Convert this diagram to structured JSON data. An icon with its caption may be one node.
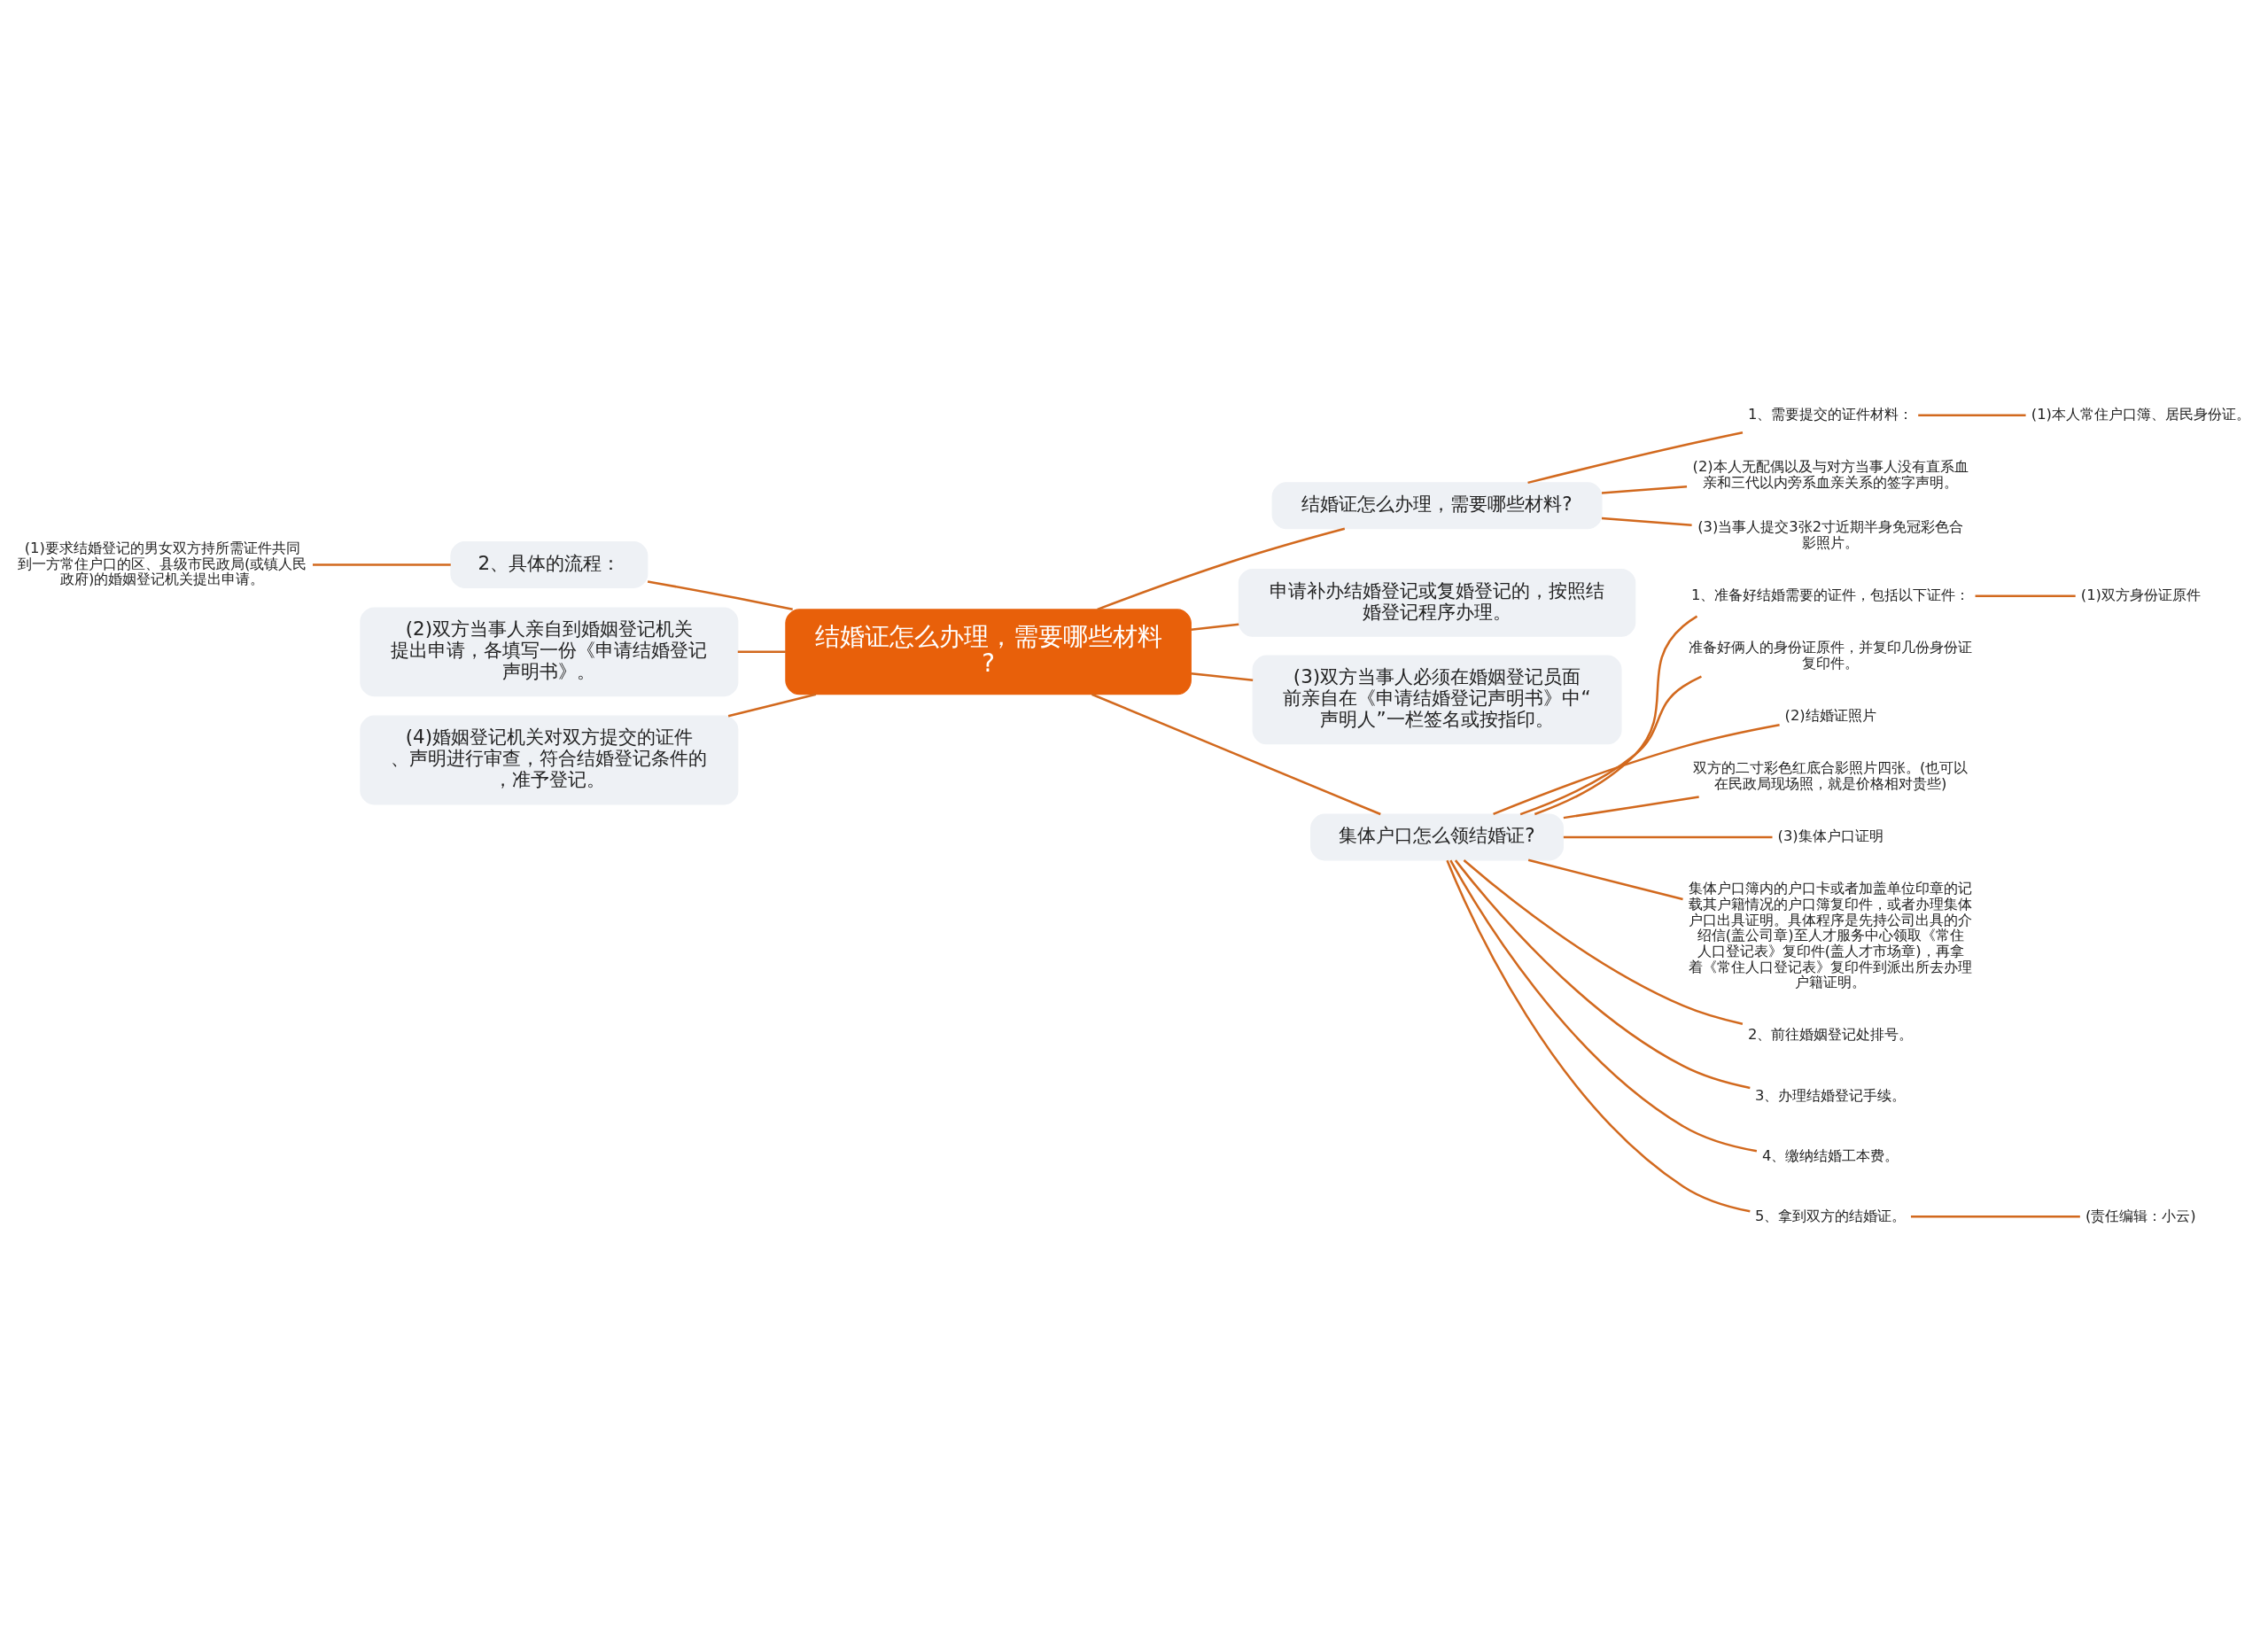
{
  "diagram": {
    "nodes": [
      {
        "text": [
          "结婚证怎么办理，需要哪些材料?"
        ]
      },
      {
        "text": [
          "结婚证怎么办理，需要哪些材料?"
        ]
      },
      {
        "text": [
          "1、需要提交的证件材料："
        ]
      },
      {
        "text": [
          "(1)本人常住户口簿、居民身份证。"
        ]
      },
      {
        "text": [
          "(2)本人无配偶以及与对方当事人没有直系血亲和三代以内旁系血亲关系的签字声明。"
        ]
      },
      {
        "text": [
          "(3)当事人提交3张2寸近期半身免冠彩色合影照片。"
        ]
      },
      {
        "text": [
          "申请补办结婚登记或复婚登记的，按照结婚登记程序办理。"
        ]
      },
      {
        "text": [
          "(3)双方当事人必须在婚姻登记员面前亲自在《申请结婚登记声明书》中“声明人”一栏签名或按指印。"
        ]
      },
      {
        "text": [
          "集体户口怎么领结婚证?"
        ]
      },
      {
        "text": [
          "1、准备好结婚需要的证件，包括以下证件："
        ]
      },
      {
        "text": [
          "(1)双方身份证原件"
        ]
      },
      {
        "text": [
          "准备好俩人的身份证原件，并复印几份身份证复印件。"
        ]
      },
      {
        "text": [
          "(2)结婚证照片"
        ]
      },
      {
        "text": [
          "双方的二寸彩色红底合影照片四张。(也可以在民政局现场照，就是价格相对贵些)"
        ]
      },
      {
        "text": [
          "(3)集体户口证明"
        ]
      },
      {
        "text": [
          "集体户口簿内的户口卡或者加盖单位印章的记载其户籍情况的户口簿复印件，或者办理集体户口出具证明。具体程序是先持公司出具的介绍信(盖公司章)至人才服务中心领取《常住人口登记表》复印件(盖人才市场章)，再拿着《常住人口登记表》复印件到派出所去办理户籍证明。"
        ]
      },
      {
        "text": [
          "2、前往婚姻登记处排号。"
        ]
      },
      {
        "text": [
          "3、办理结婚登记手续。"
        ]
      },
      {
        "text": [
          "4、缴纳结婚工本费。"
        ]
      },
      {
        "text": [
          "5、拿到双方的结婚证。"
        ]
      },
      {
        "text": [
          "(责任编辑：小云)"
        ]
      },
      {
        "text": [
          "2、具体的流程："
        ]
      },
      {
        "text": [
          "(1)要求结婚登记的男女双方持所需证件共同到一方常住户口的区、县级市民政局(或镇人民政府)的婚姻登记机关提出申请。"
        ]
      },
      {
        "text": [
          "(2)双方当事人亲自到婚姻登记机关提出申请，各填写一份《申请结婚登记声明书》。"
        ]
      },
      {
        "text": [
          "(4)婚姻登记机关对双方提交的证件、声明进行审查，符合结婚登记条件的，准予登记。"
        ]
      }
    ],
    "edges": [
      {
        "from": 0,
        "to": 1,
        "arrow": "none"
      },
      {
        "from": 1,
        "to": 2,
        "arrow": "none"
      },
      {
        "from": 2,
        "to": 3,
        "arrow": "none"
      },
      {
        "from": 1,
        "to": 4,
        "arrow": "none"
      },
      {
        "from": 1,
        "to": 5,
        "arrow": "none"
      },
      {
        "from": 0,
        "to": 6,
        "arrow": "none"
      },
      {
        "from": 0,
        "to": 7,
        "arrow": "none"
      },
      {
        "from": 0,
        "to": 8,
        "arrow": "none"
      },
      {
        "from": 8,
        "to": 9,
        "arrow": "none"
      },
      {
        "from": 9,
        "to": 10,
        "arrow": "none"
      },
      {
        "from": 8,
        "to": 11,
        "arrow": "none"
      },
      {
        "from": 8,
        "to": 12,
        "arrow": "none"
      },
      {
        "from": 8,
        "to": 13,
        "arrow": "none"
      },
      {
        "from": 8,
        "to": 14,
        "arrow": "none"
      },
      {
        "from": 8,
        "to": 15,
        "arrow": "none"
      },
      {
        "from": 8,
        "to": 16,
        "arrow": "none"
      },
      {
        "from": 8,
        "to": 17,
        "arrow": "none"
      },
      {
        "from": 8,
        "to": 18,
        "arrow": "none"
      },
      {
        "from": 8,
        "to": 19,
        "arrow": "none"
      },
      {
        "from": 19,
        "to": 20,
        "arrow": "none"
      },
      {
        "from": 0,
        "to": 21,
        "arrow": "none"
      },
      {
        "from": 21,
        "to": 22,
        "arrow": "none"
      },
      {
        "from": 0,
        "to": 23,
        "arrow": "none"
      },
      {
        "from": 0,
        "to": 24,
        "arrow": "none"
      }
    ]
  }
}
